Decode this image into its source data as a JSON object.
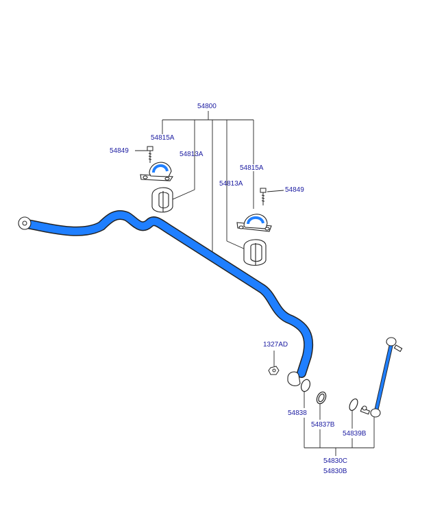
{
  "colors": {
    "label": "#1a1aa0",
    "line": "#222222",
    "highlight": "#1f7fff",
    "part_fill": "#ffffff"
  },
  "labels": {
    "assembly": "54800",
    "bracket_left": "54815A",
    "bolt_left": "54849",
    "bushing_left": "54813A",
    "bracket_right": "54815A",
    "bushing_right": "54813A",
    "bolt_right": "54849",
    "nut": "1327AD",
    "washer_a": "54838",
    "washer_b": "54837B",
    "washer_c": "54839B",
    "link_c": "54830C",
    "link_b": "54830B"
  }
}
